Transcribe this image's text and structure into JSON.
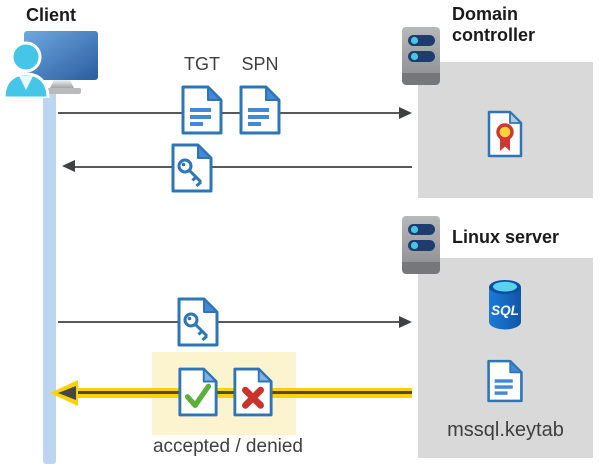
{
  "diagram": {
    "client": {
      "label": "Client"
    },
    "domain_controller": {
      "label": "Domain controller"
    },
    "linux_server": {
      "label": "Linux server",
      "database_label": "SQL",
      "keytab_label": "mssql.keytab"
    },
    "messages": {
      "tgt_label": "TGT",
      "spn_label": "SPN",
      "result_label": "accepted / denied"
    },
    "icons": {
      "client": "client-workstation-icon",
      "server": "server-icon",
      "ticket": "document-icon",
      "key_ticket": "key-document-icon",
      "certificate": "certificate-document-icon",
      "database": "sql-database-icon",
      "accepted": "check-document-icon",
      "denied": "cross-document-icon"
    },
    "colors": {
      "doc_border_blue": "#2e75b6",
      "doc_fill_blue": "#4389d8",
      "timeline_blue": "#bcd6f2",
      "box_gray": "#d9d9d9",
      "highlight_yellow": "#fcf4cf",
      "arrow_gray": "#58595b",
      "arrow_gold": "#ffd100",
      "check_green": "#5fae3c",
      "cross_red": "#c9332b",
      "seal_yellow": "#ffd43a",
      "seal_red": "#cf3732",
      "person_cyan": "#45c5e8"
    }
  }
}
